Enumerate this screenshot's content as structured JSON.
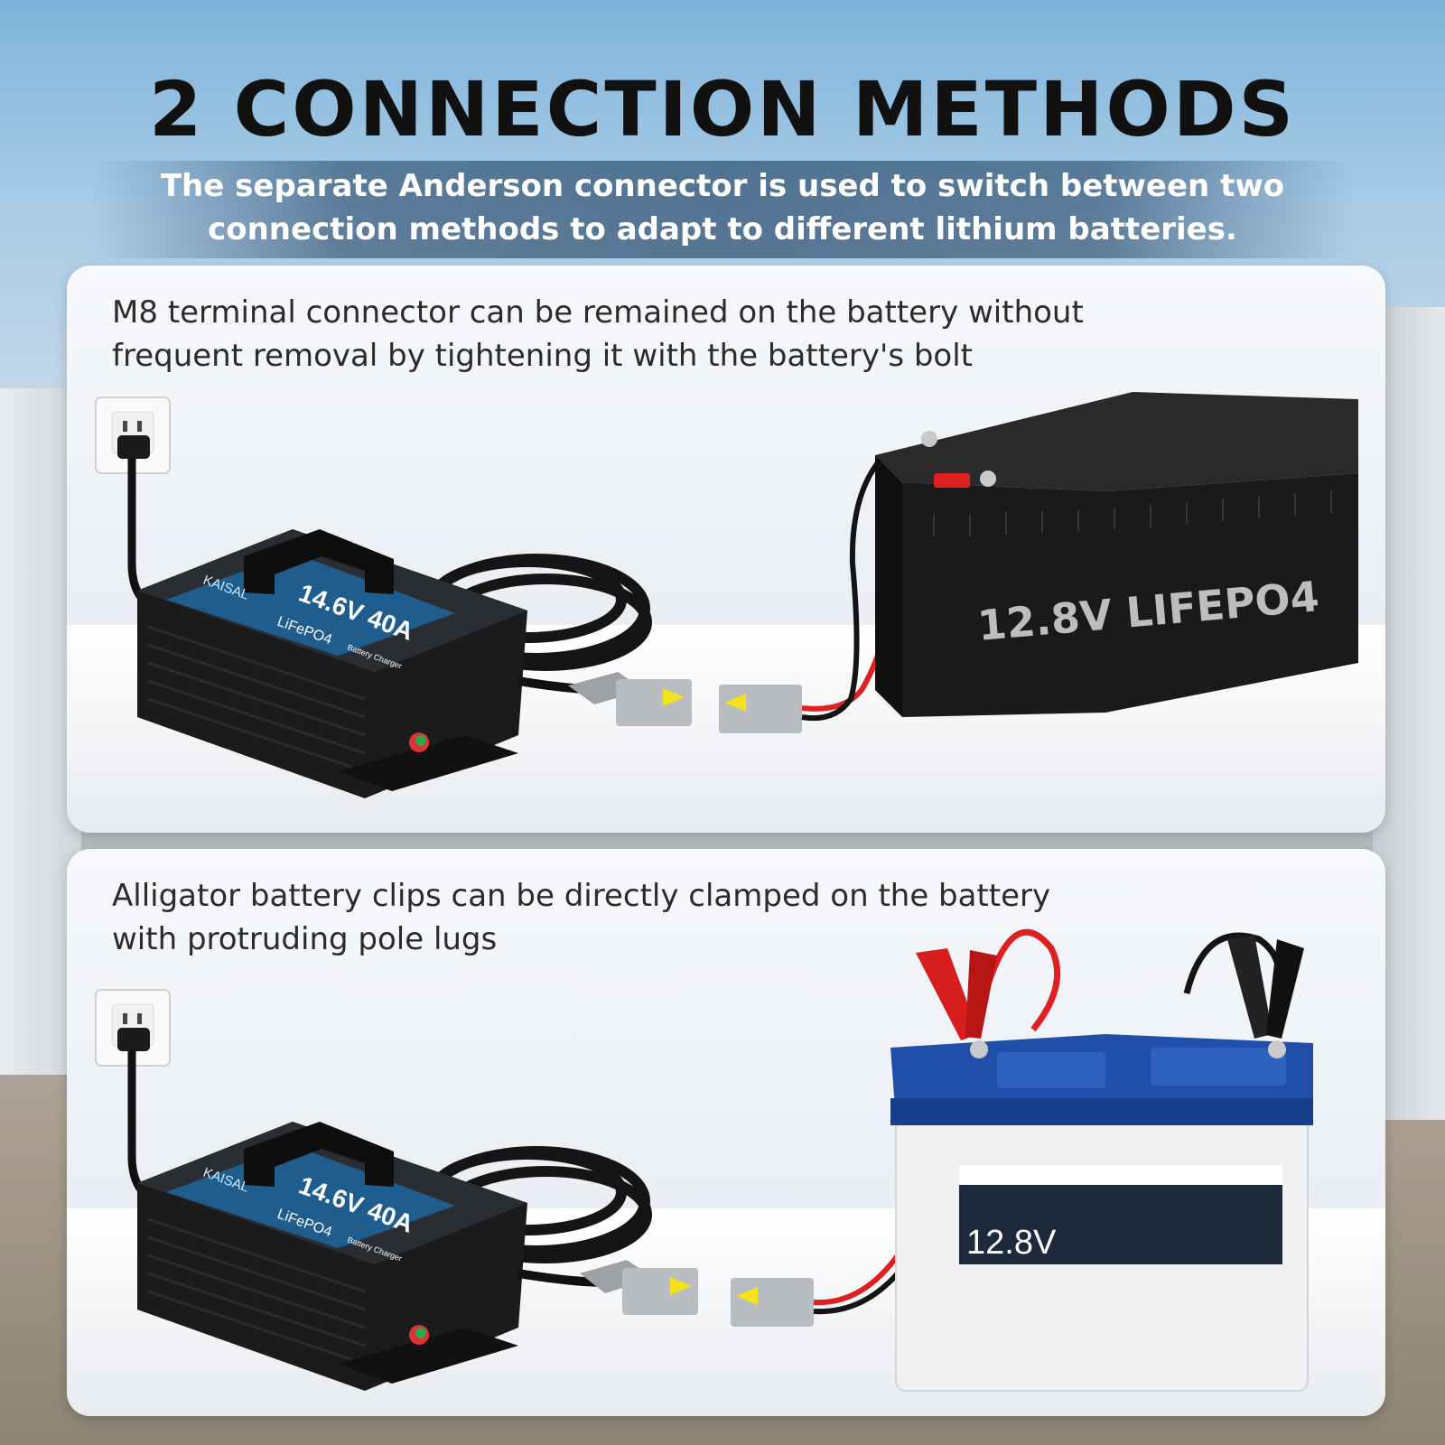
{
  "header": {
    "title": "2 CONNECTION METHODS",
    "subtitle_line1": "The separate Anderson connector is used to switch between two",
    "subtitle_line2": "connection methods to adapt to different lithium batteries."
  },
  "panels": [
    {
      "caption_line1": "M8 terminal connector can be remained on the battery without",
      "caption_line2": "frequent removal by tightening it with the battery's bolt",
      "charger": {
        "brand": "KAISAL",
        "rating": "14.6V 40A",
        "chemistry": "LiFePO4",
        "tag": "Battery Charger"
      },
      "battery_label": "12.8V LIFEPO4"
    },
    {
      "caption_line1": "Alligator battery clips can be directly clamped on the battery",
      "caption_line2": "with protruding pole lugs",
      "charger": {
        "brand": "KAISAL",
        "rating": "14.6V 40A",
        "chemistry": "LiFePO4",
        "tag": "Battery Charger"
      },
      "battery_label": "12.8V"
    }
  ],
  "colors": {
    "cable_red": "#e02020",
    "cable_black": "#141414",
    "connector_gray": "#b9bcc0",
    "arrow_yellow": "#f3e21c",
    "battery_blue": "#1f4fa8",
    "charger_accent": "#2b7fd6"
  }
}
